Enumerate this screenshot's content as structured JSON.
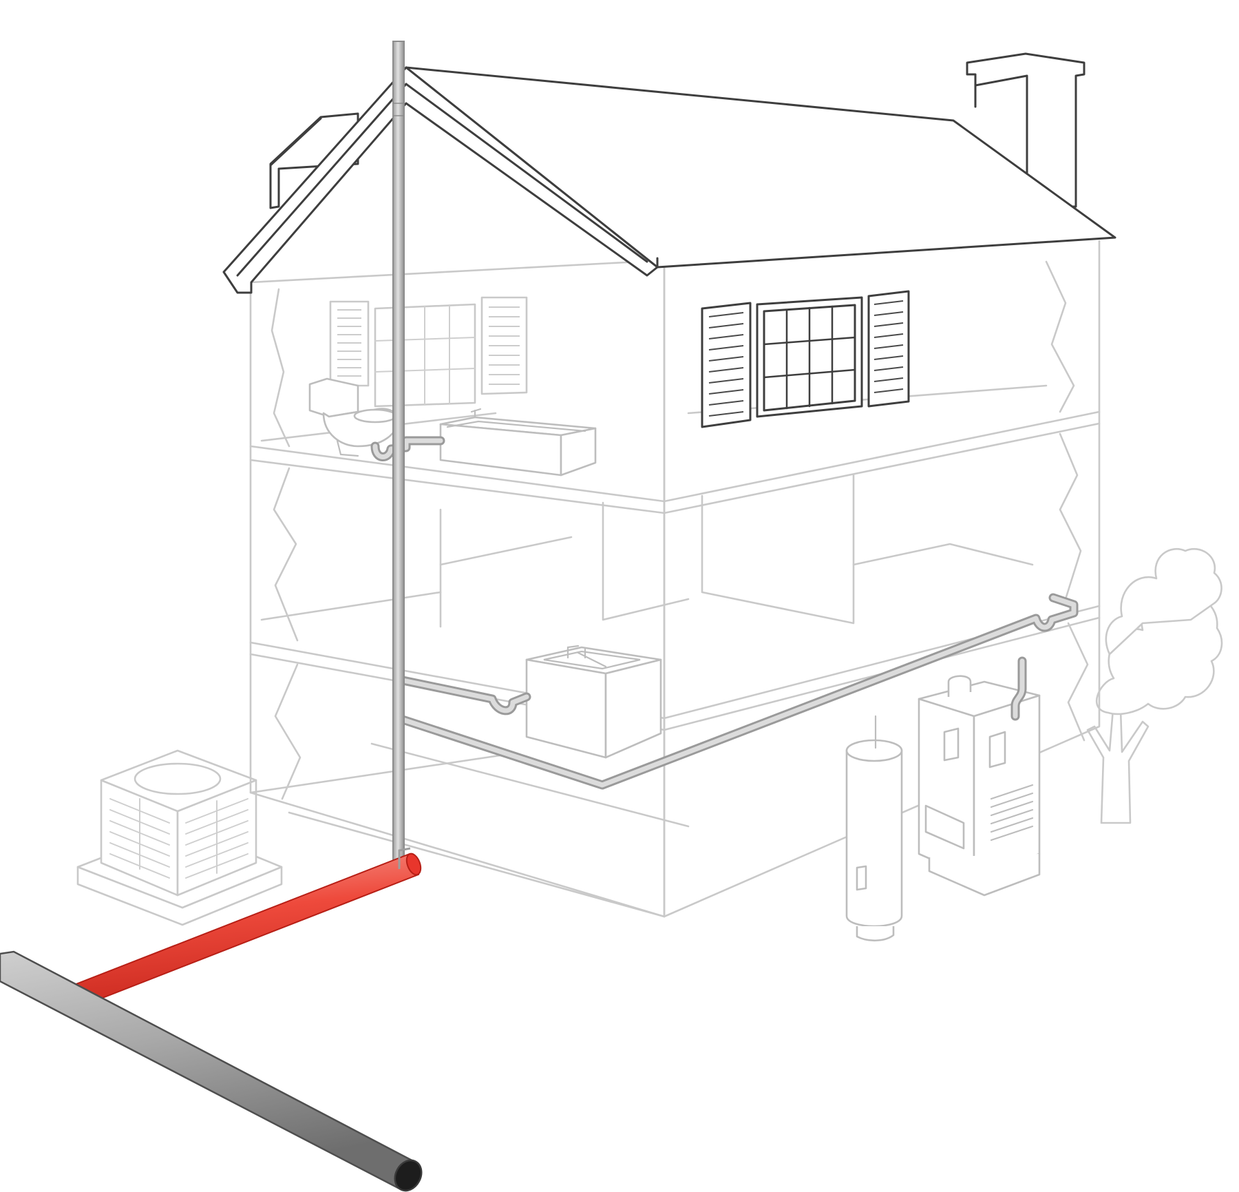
{
  "diagram": {
    "subject": "house-plumbing-cutaway",
    "colors": {
      "outline": "#3e3e3e",
      "ghost_lines": "#c9c9c9",
      "drain_pipes": "#b0b0b0",
      "sewer_lateral_highlight": "#e8362c",
      "municipal_main": "#8f8f8f"
    },
    "elements": [
      {
        "id": "house",
        "icon": "house-icon"
      },
      {
        "id": "roof",
        "icon": "roof-icon"
      },
      {
        "id": "chimney",
        "icon": "chimney-icon"
      },
      {
        "id": "vent-stack",
        "icon": "vent-stack-icon"
      },
      {
        "id": "upper-windows",
        "icon": "window-icon"
      },
      {
        "id": "toilet",
        "icon": "toilet-icon"
      },
      {
        "id": "bathtub",
        "icon": "bathtub-icon"
      },
      {
        "id": "kitchen-sink",
        "icon": "kitchen-sink-icon"
      },
      {
        "id": "water-heater",
        "icon": "water-heater-icon"
      },
      {
        "id": "furnace",
        "icon": "furnace-icon"
      },
      {
        "id": "ac-unit",
        "icon": "ac-condenser-icon"
      },
      {
        "id": "tree",
        "icon": "tree-icon"
      },
      {
        "id": "sewer-lateral",
        "icon": "sewer-lateral-pipe-icon",
        "highlighted": true
      },
      {
        "id": "sewer-main",
        "icon": "sewer-main-pipe-icon"
      }
    ]
  }
}
